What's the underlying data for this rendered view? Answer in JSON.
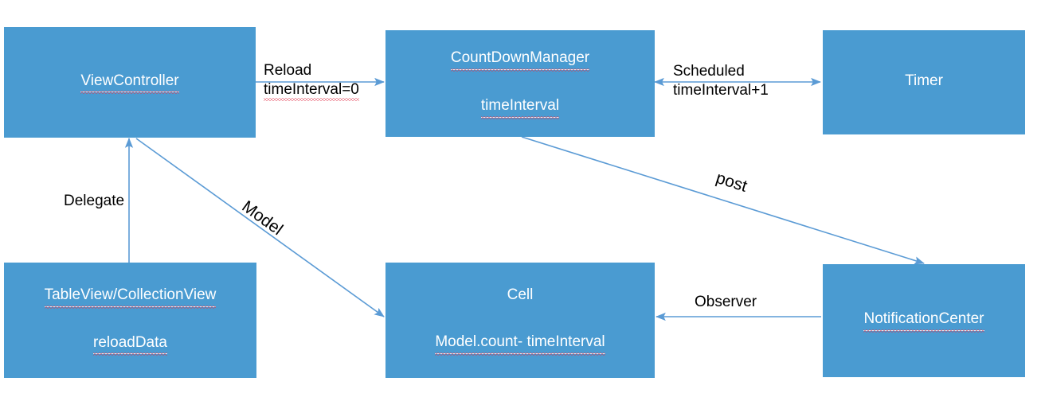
{
  "diagram": {
    "title": "CountDownManager architecture diagram",
    "accent_color": "#4A9BD1",
    "edge_color": "#5B9BD5",
    "label_color": "#000000",
    "spellcheck_underline_color": "#e0304a",
    "background": "#ffffff"
  },
  "nodes": [
    {
      "id": "view-controller",
      "lines": [
        {
          "text": "ViewController",
          "spellcheck": true
        }
      ]
    },
    {
      "id": "count-down-manager",
      "lines": [
        {
          "text": "CountDownManager",
          "spellcheck": true
        },
        {
          "text": "timeInterval",
          "spellcheck": true
        }
      ]
    },
    {
      "id": "timer",
      "lines": [
        {
          "text": "Timer",
          "spellcheck": false
        }
      ]
    },
    {
      "id": "table-view-collection-view",
      "lines": [
        {
          "text": "TableView/CollectionView",
          "spellcheck": true
        },
        {
          "text": "reloadData",
          "spellcheck": true
        }
      ]
    },
    {
      "id": "cell",
      "lines": [
        {
          "text": "Cell",
          "spellcheck": false
        },
        {
          "text": "Model.count- timeInterval",
          "spellcheck": true
        }
      ]
    },
    {
      "id": "notification-center",
      "lines": [
        {
          "text": "NotificationCenter",
          "spellcheck": true
        }
      ]
    }
  ],
  "edges": [
    {
      "id": "reload",
      "from": "view-controller",
      "to": "count-down-manager",
      "arrow": "single",
      "label_top": "Reload",
      "label_bottom": "timeInterval=0",
      "label_bottom_spellcheck": true
    },
    {
      "id": "scheduled",
      "from": "count-down-manager",
      "to": "timer",
      "arrow": "double",
      "label_top": "Scheduled",
      "label_bottom": "timeInterval+1",
      "label_bottom_spellcheck": false
    },
    {
      "id": "post",
      "from": "count-down-manager",
      "to": "notification-center",
      "arrow": "single",
      "label": "post"
    },
    {
      "id": "observer",
      "from": "notification-center",
      "to": "cell",
      "arrow": "single",
      "label": "Observer"
    },
    {
      "id": "delegate",
      "from": "table-view-collection-view",
      "to": "view-controller",
      "arrow": "single",
      "label": "Delegate"
    },
    {
      "id": "model",
      "from": "view-controller",
      "to": "cell",
      "arrow": "single",
      "label": "Model"
    }
  ]
}
